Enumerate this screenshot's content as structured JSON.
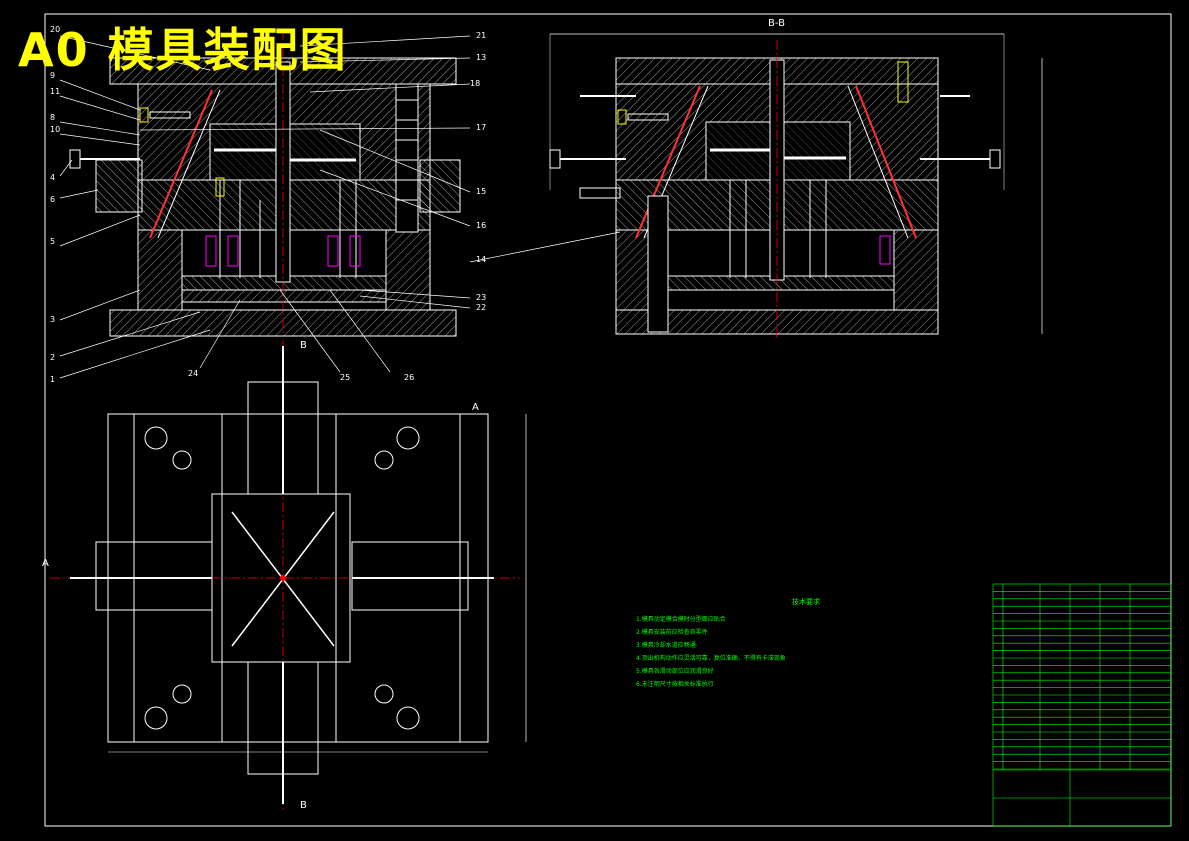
{
  "title": "A0 模具装配图",
  "section_labels": {
    "bb_title": "B-B",
    "a": "A",
    "b": "B"
  },
  "callouts_left": [
    "20",
    "9",
    "11",
    "8",
    "10",
    "4",
    "6",
    "5",
    "3",
    "2",
    "1"
  ],
  "callouts_top_right": [
    "21",
    "13",
    "18",
    "17",
    "15",
    "16",
    "14"
  ],
  "callouts_bottom": [
    "24",
    "25",
    "26",
    "23",
    "22"
  ],
  "tech_requirements": {
    "title": "技术要求",
    "items": [
      "1.模具动定模合模时分型面应贴合",
      "2.模具安装前应检查各零件",
      "3.模具冷却水道应畅通",
      "4.顶出机构动作应灵活可靠，复位准确，不得有卡滞现象",
      "5.模具各滑动部位应润滑良好",
      "6.未注明尺寸按相关标准执行"
    ]
  },
  "colors": {
    "background": "#000000",
    "outline": "#ffffff",
    "hatch": "#ffffff",
    "center_line": "#ff0000",
    "dimension": "#ffffff",
    "title_text": "#ffff00",
    "table": "#00ff00",
    "accent_magenta": "#ff00ff",
    "accent_yellow": "#ffff00",
    "pipe": "#ff3030"
  }
}
